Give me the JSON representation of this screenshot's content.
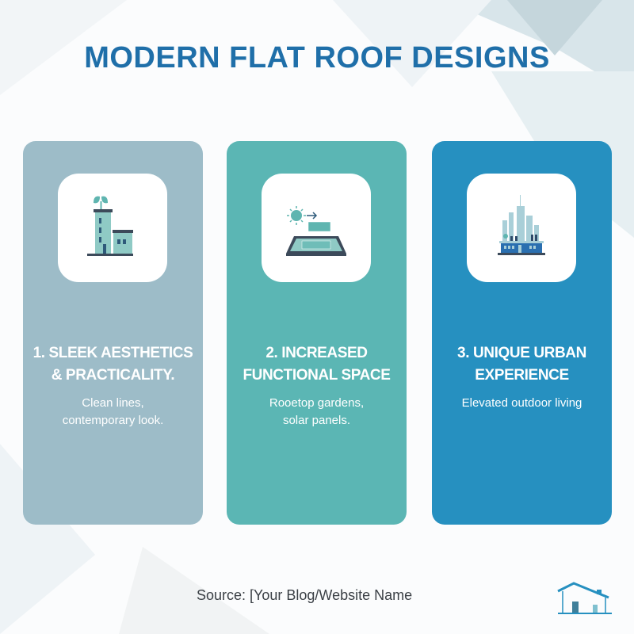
{
  "title": "MODERN FLAT ROOF DESIGNS",
  "colors": {
    "title": "#1f6fa9",
    "card1": "#9dbcc8",
    "card2": "#5bb6b4",
    "card3": "#2690c0"
  },
  "cards": [
    {
      "title_line1": "1. SLEEK AESTHETICS",
      "title_line2": "& PRACTICALITY.",
      "desc_line1": "Clean lines,",
      "desc_line2": "contemporary look.",
      "icon": "green-roof-building-icon"
    },
    {
      "title_line1": "2. INCREASED",
      "title_line2": "FUNCTIONAL SPACE",
      "desc_line1": "Rooetop gardens,",
      "desc_line2": "solar panels.",
      "icon": "solar-panel-roof-icon"
    },
    {
      "title_line1": "3. UNIQUE URBAN",
      "title_line2": "EXPERIENCE",
      "desc_line1": "Elevated outdoor living",
      "desc_line2": "",
      "icon": "city-rooftop-icon"
    }
  ],
  "source": "Source: [Your Blog/Website Name",
  "logo_icon": "house-logo-icon"
}
